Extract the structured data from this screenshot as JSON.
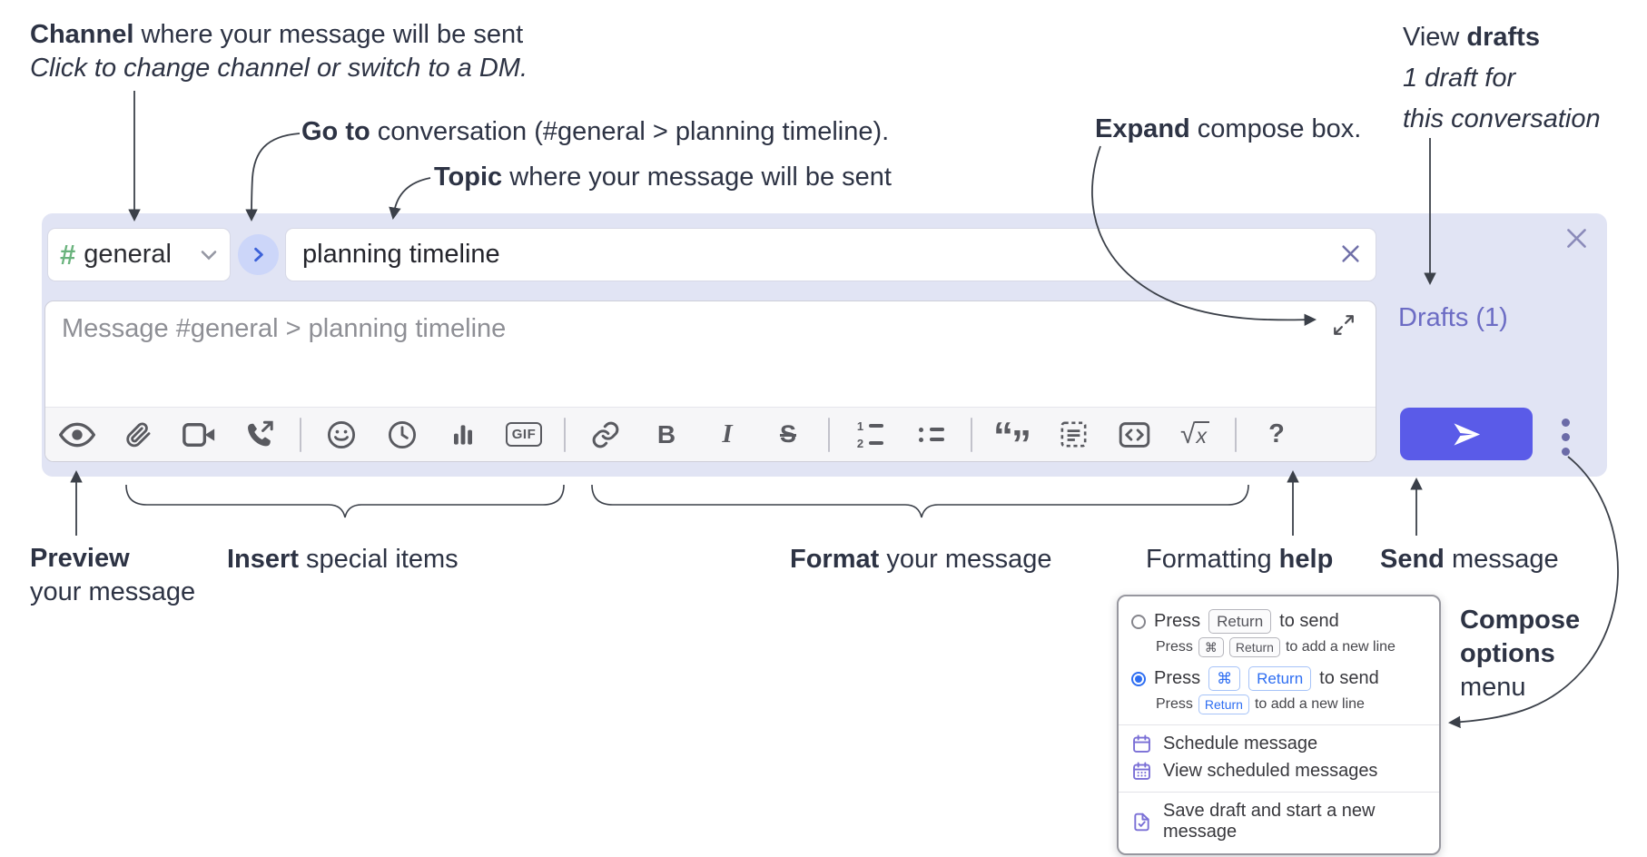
{
  "annotations": {
    "channel": {
      "bold": "Channel",
      "rest": " where your message will be sent",
      "line2": "Click to change channel or switch to a DM."
    },
    "goto": {
      "bold": "Go to",
      "rest": " conversation (#general > planning timeline)."
    },
    "topic": {
      "bold": "Topic",
      "rest": " where your message will be sent"
    },
    "expand": {
      "bold": "Expand",
      "rest": " compose box."
    },
    "view_drafts": {
      "pre": "View ",
      "bold": "drafts",
      "line2": "1 draft for",
      "line3": "this conversation"
    },
    "preview": {
      "bold": "Preview",
      "line2": "your message"
    },
    "insert": {
      "bold": "Insert",
      "rest": " special items"
    },
    "format": {
      "bold": "Format",
      "rest": " your message"
    },
    "formatting_help": {
      "pre": "Formatting ",
      "bold": "help"
    },
    "send": {
      "bold": "Send",
      "rest": " message"
    },
    "compose_options": {
      "line1": "Compose",
      "line2": "options",
      "line3": "menu"
    }
  },
  "composer": {
    "channel_hash": "#",
    "channel_name": "general",
    "topic_value": "planning timeline",
    "message_placeholder": "Message #general > planning timeline",
    "drafts_label": "Drafts (1)"
  },
  "toolbar": {
    "gif_label": "GIF",
    "bold_glyph": "B",
    "italic_glyph": "I",
    "strike_glyph": "S",
    "quote_open": "“",
    "quote_close": "”",
    "sqrt_glyph": "√",
    "x_glyph": "x",
    "help_glyph": "?",
    "ol_num1": "1",
    "ol_num2": "2",
    "icons": [
      "preview-eye",
      "attach-file",
      "video-call",
      "audio-call",
      "emoji",
      "time",
      "poll",
      "gif",
      "link",
      "bold",
      "italic",
      "strikethrough",
      "numbered-list",
      "bulleted-list",
      "quote",
      "spoiler",
      "code",
      "math",
      "help"
    ]
  },
  "popup": {
    "option1": {
      "press": "Press",
      "key": "Return",
      "suffix": "to send",
      "sub": {
        "press": "Press",
        "key1": "⌘",
        "key2": "Return",
        "suffix": "to add a new line"
      }
    },
    "option2": {
      "press": "Press",
      "key1": "⌘",
      "key2": "Return",
      "suffix": "to send",
      "sub": {
        "press": "Press",
        "key": "Return",
        "suffix": "to add a new line"
      }
    },
    "schedule": "Schedule message",
    "view_scheduled": "View scheduled messages",
    "save_draft": "Save draft and start a new message"
  },
  "colors": {
    "panel_bg": "#e1e4f4",
    "send_button": "#5a5be8",
    "drafts_link": "#6c6cc4",
    "hash_green": "#6ab37d",
    "radio_blue": "#2e6ef2",
    "menu_icon_purple": "#7a6fd6",
    "annotation_ink": "#2d3344"
  }
}
